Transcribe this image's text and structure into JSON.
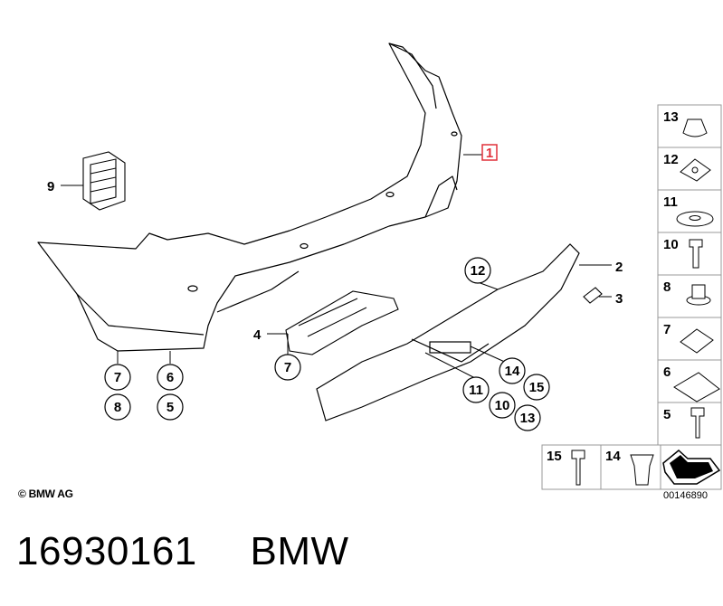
{
  "callouts": {
    "c1": "1",
    "c2": "2",
    "c3": "3",
    "c4": "4",
    "c7a": "7",
    "c8": "8",
    "c6": "6",
    "c5": "5",
    "c7b": "7",
    "c9": "9",
    "c12": "12",
    "c14": "14",
    "c11": "11",
    "c10": "10",
    "c15": "15",
    "c13": "13"
  },
  "side_panel": [
    "13",
    "12",
    "11",
    "10",
    "8",
    "7",
    "6",
    "5"
  ],
  "bottom_panel": [
    "15",
    "14"
  ],
  "copyright": "© BMW AG",
  "reference_number": "00146890",
  "footer": {
    "part_number": "16930161",
    "brand": "BMW"
  },
  "colors": {
    "highlight": "#e0303a",
    "line": "#000000",
    "part_fill": "#ffffff",
    "panel_border": "#999999"
  }
}
